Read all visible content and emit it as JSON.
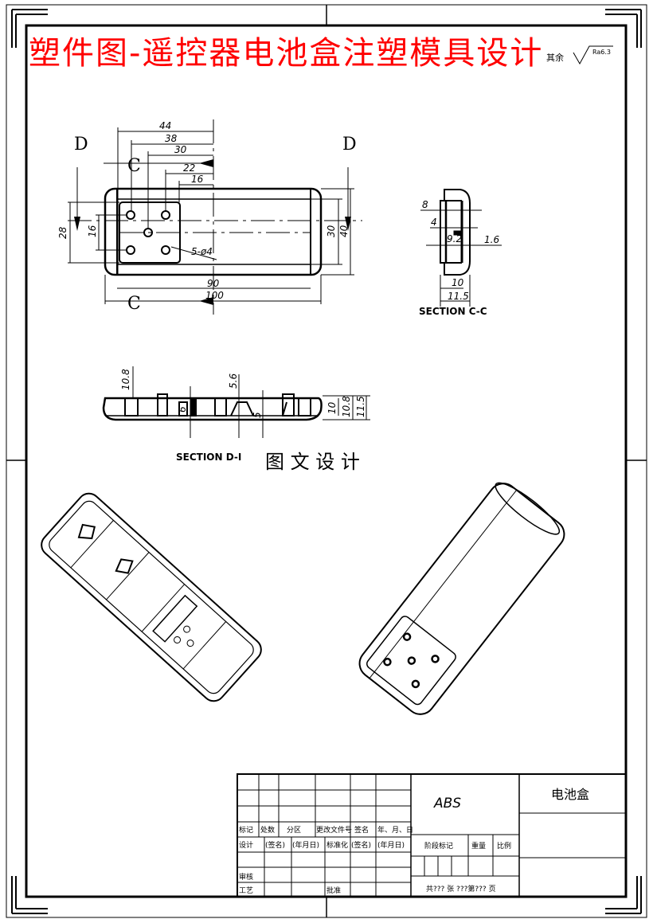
{
  "title": "塑件图-遥控器电池盒注塑模具设计",
  "roughness_mark": "Ra6.3",
  "roughness_prefix": "其余",
  "top_view": {
    "section_labels": {
      "d_left": "D",
      "d_right": "D",
      "c_top": "C",
      "c_bottom": "C"
    },
    "dimensions": {
      "d44": "44",
      "d38": "38",
      "d30": "30",
      "d22": "22",
      "d16a": "16",
      "d28": "28",
      "d16b": "16",
      "hole_callout": "5-ø4",
      "d30v": "30",
      "d40": "40",
      "d90": "90",
      "d100": "100"
    }
  },
  "section_cc": {
    "label": "SECTION C-C",
    "dimensions": {
      "d8": "8",
      "d4": "4",
      "d9_2": "9.2",
      "d1_6": "1.6",
      "d10": "10",
      "d11_5": "11.5"
    }
  },
  "section_dd": {
    "label": "SECTION D-I",
    "dimensions": {
      "d10_8a": "10.8",
      "d5_6": "5.6",
      "d5": "5",
      "d6": "6",
      "d10": "10",
      "d10_8b": "10.8",
      "d11_5": "11.5"
    }
  },
  "watermark": "图 文 设 计",
  "title_block": {
    "material": "ABS",
    "part_name": "电池盒",
    "headers": [
      "标记",
      "处数",
      "分区",
      "更改文件号",
      "签名",
      "年、月、日"
    ],
    "row2": [
      "设计",
      "(签名)",
      "(年月日)",
      "标准化",
      "(签名)",
      "(年月日)"
    ],
    "review": "审核",
    "process": "工艺",
    "approve": "批准",
    "stage_label": "阶段标记",
    "weight_label": "重量",
    "scale_label": "比例",
    "sheets": "共??? 张 ???第??? 页"
  }
}
